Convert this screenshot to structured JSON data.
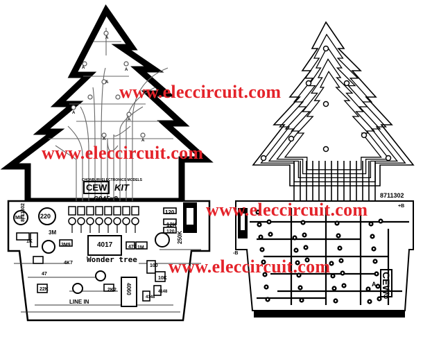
{
  "watermark": {
    "text": "www.eleccircuit.com",
    "color": "#e4232a"
  },
  "left_board": {
    "brand_caption": "CHONBURI ELECTRONICS MODELS",
    "brand_logo": "CEW",
    "brand_kit": "KIT",
    "board_id": "8711302",
    "transistor_label": "C945x8",
    "components": {
      "mic": "MIC.",
      "r220": "220",
      "r3m": "3M",
      "ic4017": "4017",
      "ic4060": "4060",
      "title": "Wonder tree",
      "line_in": "LINE IN",
      "r120": "120",
      "r12k": "12K",
      "r120b": "120",
      "r250k": "250K",
      "r3m9": "3M9",
      "r2k2": "2K2",
      "r1m": "1M",
      "r10k": "10K",
      "r4k7": "4K7",
      "r470": "470",
      "r22k": "22K",
      "r1k": "1K",
      "r4148a": "4148",
      "r4148b": "4148",
      "r47": "47",
      "r100": "100"
    },
    "led_mark": "A"
  },
  "right_board": {
    "board_id": "8711302",
    "plus_label": "+B",
    "minus_label": "-B",
    "logo": "CEW",
    "mark_a": "A",
    "mark_c": "C"
  }
}
